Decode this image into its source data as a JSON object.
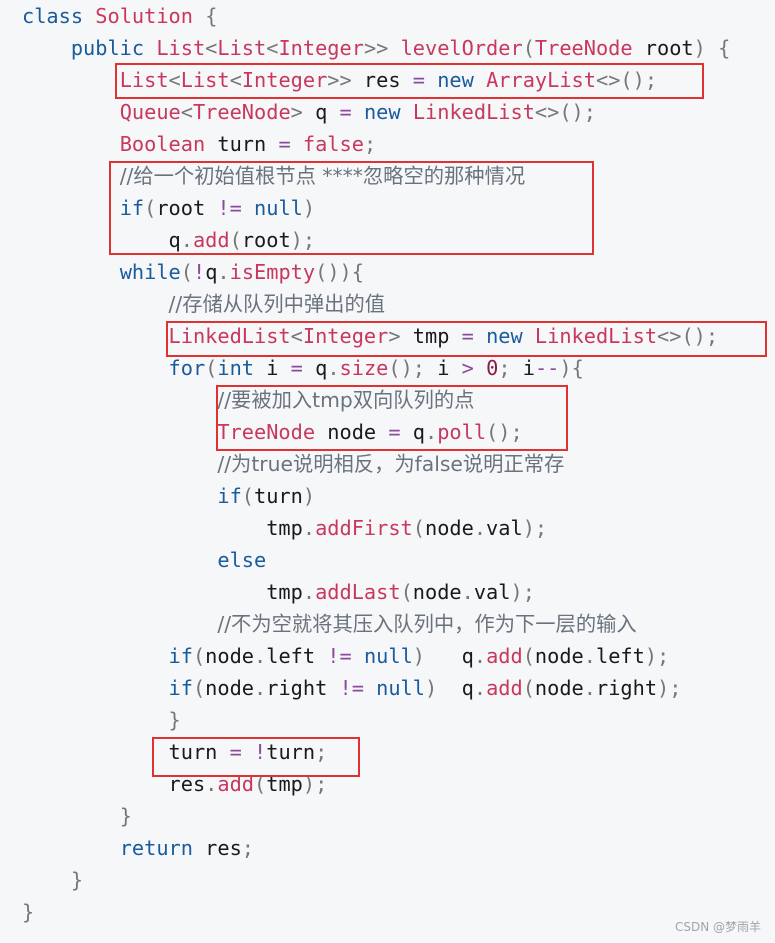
{
  "watermark": "CSDN @梦雨羊",
  "code_lines": [
    [
      [
        "kw",
        "class"
      ],
      [
        "pl",
        " "
      ],
      [
        "ty",
        "Solution"
      ],
      [
        "pl",
        " "
      ],
      [
        "pn",
        "{"
      ]
    ],
    [
      [
        "pl",
        "    "
      ],
      [
        "kw",
        "public"
      ],
      [
        "pl",
        " "
      ],
      [
        "ty",
        "List"
      ],
      [
        "pn",
        "<"
      ],
      [
        "ty",
        "List"
      ],
      [
        "pn",
        "<"
      ],
      [
        "ty",
        "Integer"
      ],
      [
        "pn",
        ">>"
      ],
      [
        "pl",
        " "
      ],
      [
        "fn",
        "levelOrder"
      ],
      [
        "pn",
        "("
      ],
      [
        "ty",
        "TreeNode"
      ],
      [
        "pl",
        " root"
      ],
      [
        "pn",
        ")"
      ],
      [
        "pl",
        " "
      ],
      [
        "pn",
        "{"
      ]
    ],
    [
      [
        "pl",
        "        "
      ],
      [
        "ty",
        "List"
      ],
      [
        "pn",
        "<"
      ],
      [
        "ty",
        "List"
      ],
      [
        "pn",
        "<"
      ],
      [
        "ty",
        "Integer"
      ],
      [
        "pn",
        ">>"
      ],
      [
        "pl",
        " res "
      ],
      [
        "op",
        "="
      ],
      [
        "pl",
        " "
      ],
      [
        "kw",
        "new"
      ],
      [
        "pl",
        " "
      ],
      [
        "ty",
        "ArrayList"
      ],
      [
        "pn",
        "<>();"
      ]
    ],
    [
      [
        "pl",
        "        "
      ],
      [
        "ty",
        "Queue"
      ],
      [
        "pn",
        "<"
      ],
      [
        "ty",
        "TreeNode"
      ],
      [
        "pn",
        ">"
      ],
      [
        "pl",
        " q "
      ],
      [
        "op",
        "="
      ],
      [
        "pl",
        " "
      ],
      [
        "kw",
        "new"
      ],
      [
        "pl",
        " "
      ],
      [
        "ty",
        "LinkedList"
      ],
      [
        "pn",
        "<>();"
      ]
    ],
    [
      [
        "pl",
        "        "
      ],
      [
        "ty",
        "Boolean"
      ],
      [
        "pl",
        " turn "
      ],
      [
        "op",
        "="
      ],
      [
        "pl",
        " "
      ],
      [
        "ty",
        "false"
      ],
      [
        "pn",
        ";"
      ]
    ],
    [
      [
        "pl",
        "        "
      ],
      [
        "cm",
        "//给一个初始值根节点 ****忽略空的那种情况"
      ]
    ],
    [
      [
        "pl",
        "        "
      ],
      [
        "kw",
        "if"
      ],
      [
        "pn",
        "("
      ],
      [
        "pl",
        "root "
      ],
      [
        "op",
        "!="
      ],
      [
        "pl",
        " "
      ],
      [
        "kw",
        "null"
      ],
      [
        "pn",
        ")"
      ]
    ],
    [
      [
        "pl",
        "            "
      ],
      [
        "pl",
        "q"
      ],
      [
        "pn",
        "."
      ],
      [
        "fn",
        "add"
      ],
      [
        "pn",
        "("
      ],
      [
        "pl",
        "root"
      ],
      [
        "pn",
        ");"
      ]
    ],
    [
      [
        "pl",
        "        "
      ],
      [
        "kw",
        "while"
      ],
      [
        "pn",
        "("
      ],
      [
        "op",
        "!"
      ],
      [
        "pl",
        "q"
      ],
      [
        "pn",
        "."
      ],
      [
        "fn",
        "isEmpty"
      ],
      [
        "pn",
        "()){"
      ]
    ],
    [
      [
        "pl",
        "            "
      ],
      [
        "cm",
        "//存储从队列中弹出的值"
      ]
    ],
    [
      [
        "pl",
        "            "
      ],
      [
        "ty",
        "LinkedList"
      ],
      [
        "pn",
        "<"
      ],
      [
        "ty",
        "Integer"
      ],
      [
        "pn",
        ">"
      ],
      [
        "pl",
        " tmp "
      ],
      [
        "op",
        "="
      ],
      [
        "pl",
        " "
      ],
      [
        "kw",
        "new"
      ],
      [
        "pl",
        " "
      ],
      [
        "ty",
        "LinkedList"
      ],
      [
        "pn",
        "<>();"
      ]
    ],
    [
      [
        "pl",
        "            "
      ],
      [
        "kw",
        "for"
      ],
      [
        "pn",
        "("
      ],
      [
        "kw",
        "int"
      ],
      [
        "pl",
        " i "
      ],
      [
        "op",
        "="
      ],
      [
        "pl",
        " q"
      ],
      [
        "pn",
        "."
      ],
      [
        "fn",
        "size"
      ],
      [
        "pn",
        "();"
      ],
      [
        "pl",
        " i "
      ],
      [
        "op",
        ">"
      ],
      [
        "pl",
        " "
      ],
      [
        "nu",
        "0"
      ],
      [
        "pn",
        ";"
      ],
      [
        "pl",
        " i"
      ],
      [
        "op",
        "--"
      ],
      [
        "pn",
        "){"
      ]
    ],
    [
      [
        "pl",
        "                "
      ],
      [
        "cm",
        "//要被加入tmp双向队列的点"
      ]
    ],
    [
      [
        "pl",
        "                "
      ],
      [
        "ty",
        "TreeNode"
      ],
      [
        "pl",
        " node "
      ],
      [
        "op",
        "="
      ],
      [
        "pl",
        " q"
      ],
      [
        "pn",
        "."
      ],
      [
        "fn",
        "poll"
      ],
      [
        "pn",
        "();"
      ]
    ],
    [
      [
        "pl",
        "                "
      ],
      [
        "cm",
        "//为true说明相反，为false说明正常存"
      ]
    ],
    [
      [
        "pl",
        "                "
      ],
      [
        "kw",
        "if"
      ],
      [
        "pn",
        "("
      ],
      [
        "pl",
        "turn"
      ],
      [
        "pn",
        ")"
      ]
    ],
    [
      [
        "pl",
        "                    "
      ],
      [
        "pl",
        "tmp"
      ],
      [
        "pn",
        "."
      ],
      [
        "fn",
        "addFirst"
      ],
      [
        "pn",
        "("
      ],
      [
        "pl",
        "node"
      ],
      [
        "pn",
        "."
      ],
      [
        "pl",
        "val"
      ],
      [
        "pn",
        ");"
      ]
    ],
    [
      [
        "pl",
        "                "
      ],
      [
        "kw",
        "else"
      ]
    ],
    [
      [
        "pl",
        "                    "
      ],
      [
        "pl",
        "tmp"
      ],
      [
        "pn",
        "."
      ],
      [
        "fn",
        "addLast"
      ],
      [
        "pn",
        "("
      ],
      [
        "pl",
        "node"
      ],
      [
        "pn",
        "."
      ],
      [
        "pl",
        "val"
      ],
      [
        "pn",
        ");"
      ]
    ],
    [
      [
        "pl",
        "                "
      ],
      [
        "cm",
        "//不为空就将其压入队列中，作为下一层的输入"
      ]
    ],
    [
      [
        "pl",
        "            "
      ],
      [
        "kw",
        "if"
      ],
      [
        "pn",
        "("
      ],
      [
        "pl",
        "node"
      ],
      [
        "pn",
        "."
      ],
      [
        "pl",
        "left "
      ],
      [
        "op",
        "!="
      ],
      [
        "pl",
        " "
      ],
      [
        "kw",
        "null"
      ],
      [
        "pn",
        ")"
      ],
      [
        "pl",
        "   q"
      ],
      [
        "pn",
        "."
      ],
      [
        "fn",
        "add"
      ],
      [
        "pn",
        "("
      ],
      [
        "pl",
        "node"
      ],
      [
        "pn",
        "."
      ],
      [
        "pl",
        "left"
      ],
      [
        "pn",
        ");"
      ]
    ],
    [
      [
        "pl",
        "            "
      ],
      [
        "kw",
        "if"
      ],
      [
        "pn",
        "("
      ],
      [
        "pl",
        "node"
      ],
      [
        "pn",
        "."
      ],
      [
        "pl",
        "right "
      ],
      [
        "op",
        "!="
      ],
      [
        "pl",
        " "
      ],
      [
        "kw",
        "null"
      ],
      [
        "pn",
        ")"
      ],
      [
        "pl",
        "  q"
      ],
      [
        "pn",
        "."
      ],
      [
        "fn",
        "add"
      ],
      [
        "pn",
        "("
      ],
      [
        "pl",
        "node"
      ],
      [
        "pn",
        "."
      ],
      [
        "pl",
        "right"
      ],
      [
        "pn",
        ");"
      ]
    ],
    [
      [
        "pl",
        "            "
      ],
      [
        "pn",
        "}"
      ]
    ],
    [
      [
        "pl",
        "            "
      ],
      [
        "pl",
        "turn "
      ],
      [
        "op",
        "="
      ],
      [
        "pl",
        " "
      ],
      [
        "op",
        "!"
      ],
      [
        "pl",
        "turn"
      ],
      [
        "pn",
        ";"
      ]
    ],
    [
      [
        "pl",
        "            "
      ],
      [
        "pl",
        "res"
      ],
      [
        "pn",
        "."
      ],
      [
        "fn",
        "add"
      ],
      [
        "pn",
        "("
      ],
      [
        "pl",
        "tmp"
      ],
      [
        "pn",
        ");"
      ]
    ],
    [
      [
        "pl",
        "        "
      ],
      [
        "pn",
        "}"
      ]
    ],
    [
      [
        "pl",
        "        "
      ],
      [
        "kw",
        "return"
      ],
      [
        "pl",
        " res"
      ],
      [
        "pn",
        ";"
      ]
    ],
    [
      [
        "pl",
        "    "
      ],
      [
        "pn",
        "}"
      ]
    ],
    [
      [
        "pn",
        "}"
      ]
    ]
  ]
}
